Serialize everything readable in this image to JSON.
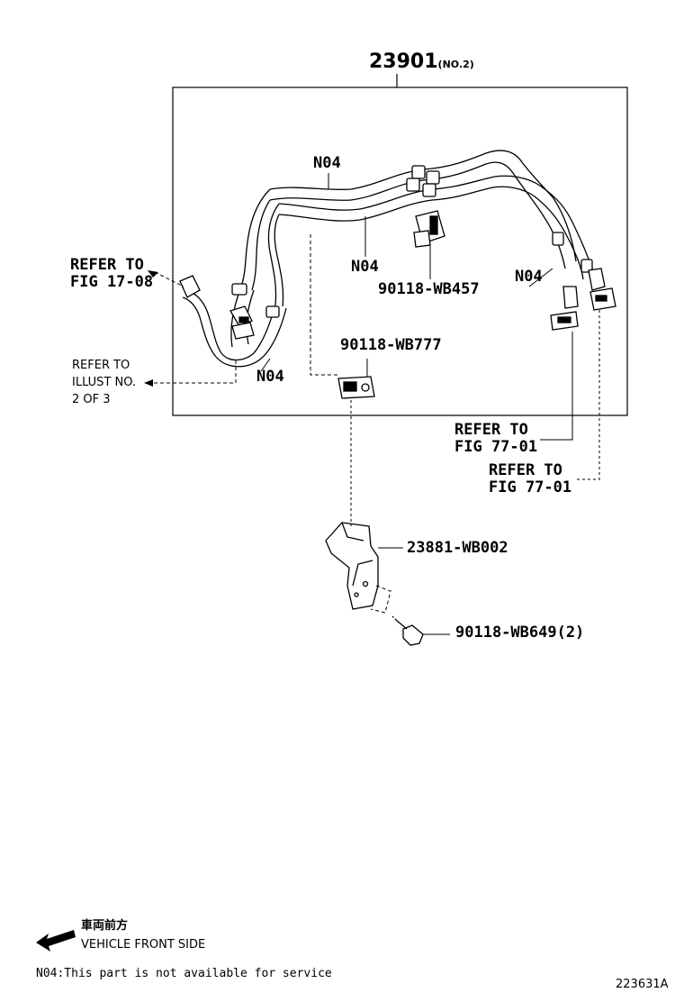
{
  "main_part": {
    "number": "23901",
    "suffix": "(NO.2)"
  },
  "callouts": {
    "n04_top": "N04",
    "n04_mid": "N04",
    "n04_right": "N04",
    "n04_left": "N04",
    "p90118_wb457": "90118-WB457",
    "p90118_wb777": "90118-WB777",
    "p23881_wb002": "23881-WB002",
    "p90118_wb649": "90118-WB649(2)"
  },
  "refers": {
    "fig1708_line1": "REFER TO",
    "fig1708_line2": "FIG 17-08",
    "illust_line1": "REFER TO",
    "illust_line2": "ILLUST NO.",
    "illust_line3": "2 OF 3",
    "fig7701a_line1": "REFER TO",
    "fig7701a_line2": "FIG 77-01",
    "fig7701b_line1": "REFER TO",
    "fig7701b_line2": "FIG 77-01"
  },
  "legend": {
    "front_jp": "車両前方",
    "front_en": "VEHICLE FRONT SIDE",
    "note": "N04:This part is not available for service"
  },
  "figure_id": "223631A"
}
